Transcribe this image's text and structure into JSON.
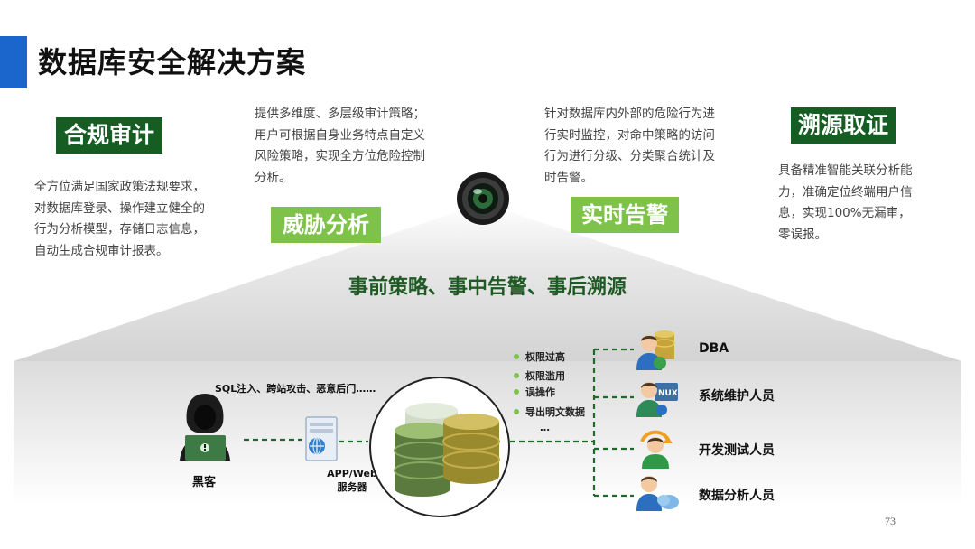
{
  "page": {
    "title": "数据库安全解决方案",
    "page_number": "73"
  },
  "features": {
    "compliance": {
      "label": "合规审计",
      "desc": [
        "全方位满足国家政策法规要求，",
        "对数据库登录、操作建立健全的",
        "行为分析模型，存储日志信息，",
        "自动生成合规审计报表。"
      ]
    },
    "threat": {
      "label": "威胁分析",
      "desc": [
        "提供多维度、多层级审计策略；",
        "用户可根据自身业务特点自定义",
        "风险策略，实现全方位危险控制",
        "分析。"
      ]
    },
    "alert": {
      "label": "实时告警",
      "desc": [
        "针对数据库内外部的危险行为进",
        "行实时监控，对命中策略的访问",
        "行为进行分级、分类聚合统计及",
        "时告警。"
      ]
    },
    "trace": {
      "label": "溯源取证",
      "desc": [
        "具备精准智能关联分析能",
        "力，准确定位终端用户信",
        "息，实现100%无漏审，",
        "零误报。"
      ]
    }
  },
  "headline": "事前策略、事中告警、事后溯源",
  "flow": {
    "attacks": "SQL注入、跨站攻击、恶意后门……",
    "hacker": "黑客",
    "server_line1": "APP/Web",
    "server_line2": "服务器",
    "risks": [
      "权限过高",
      "权限滥用",
      "误操作",
      "导出明文数据",
      "…"
    ],
    "roles": [
      "DBA",
      "系统维护人员",
      "开发测试人员",
      "数据分析人员"
    ]
  },
  "colors": {
    "accent": "#1a66cc",
    "dark_green": "#155d22",
    "light_green": "#7ec24a",
    "line_green": "#1f6a2a"
  }
}
